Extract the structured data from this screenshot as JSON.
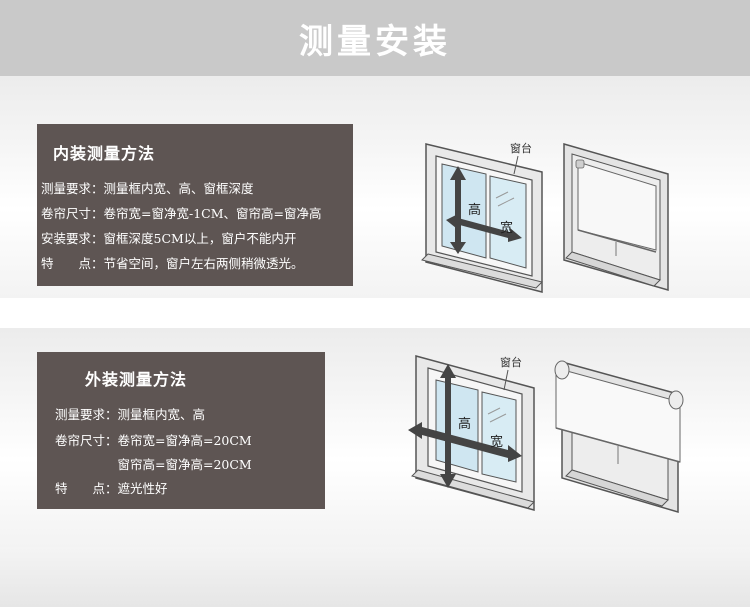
{
  "banner": {
    "title": "测量安装"
  },
  "inner": {
    "title": "内装测量方法",
    "rows": [
      "测量要求：测量框内宽、高、窗框深度",
      "卷帘尺寸：卷帘宽=窗净宽-1CM、窗帘高=窗净高",
      "安装要求：窗框深度5CM以上，窗户不能内开",
      "特　　点：节省空间，窗户左右两侧稍微透光。"
    ],
    "diagram_labels": {
      "sill": "窗台",
      "height": "高",
      "width": "宽"
    }
  },
  "outer": {
    "title": "外装测量方法",
    "rows": [
      "测量要求：测量框内宽、高",
      "卷帘尺寸：卷帘宽=窗净高=20CM",
      "　　　　　窗帘高=窗净高=20CM",
      "特　　点：遮光性好"
    ],
    "diagram_labels": {
      "sill": "窗台",
      "height": "高",
      "width": "宽"
    }
  }
}
